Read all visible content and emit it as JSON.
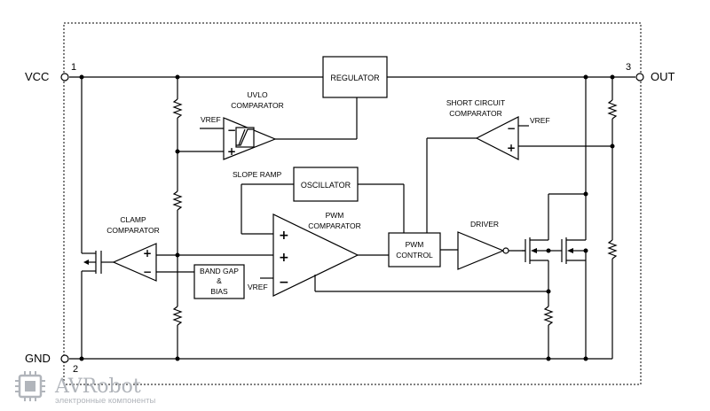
{
  "pins": {
    "vcc": {
      "label": "VCC",
      "number": "1"
    },
    "out": {
      "label": "OUT",
      "number": "3"
    },
    "gnd": {
      "label": "GND",
      "number": "2"
    }
  },
  "blocks": {
    "regulator": "REGULATOR",
    "uvlo": {
      "line1": "UVLO",
      "line2": "COMPARATOR",
      "vref": "VREF"
    },
    "short_circuit": {
      "line1": "SHORT CIRCUIT",
      "line2": "COMPARATOR",
      "vref": "VREF"
    },
    "slope_ramp": "SLOPE RAMP",
    "oscillator": "OSCILLATOR",
    "pwm": {
      "line1": "PWM",
      "line2": "COMPARATOR"
    },
    "clamp": {
      "line1": "CLAMP",
      "line2": "COMPARATOR"
    },
    "bandgap": {
      "line1": "BAND GAP",
      "line2": "&",
      "line3": "BIAS"
    },
    "pwm_vref": "VREF",
    "pwm_control": {
      "line1": "PWM",
      "line2": "CONTROL"
    },
    "driver": "DRIVER"
  },
  "symbols": {
    "minus": "−",
    "plus": "+"
  },
  "watermark": {
    "brand": "AVRobot",
    "tagline": "электронные компоненты",
    "accent": "#b1b5bb"
  }
}
